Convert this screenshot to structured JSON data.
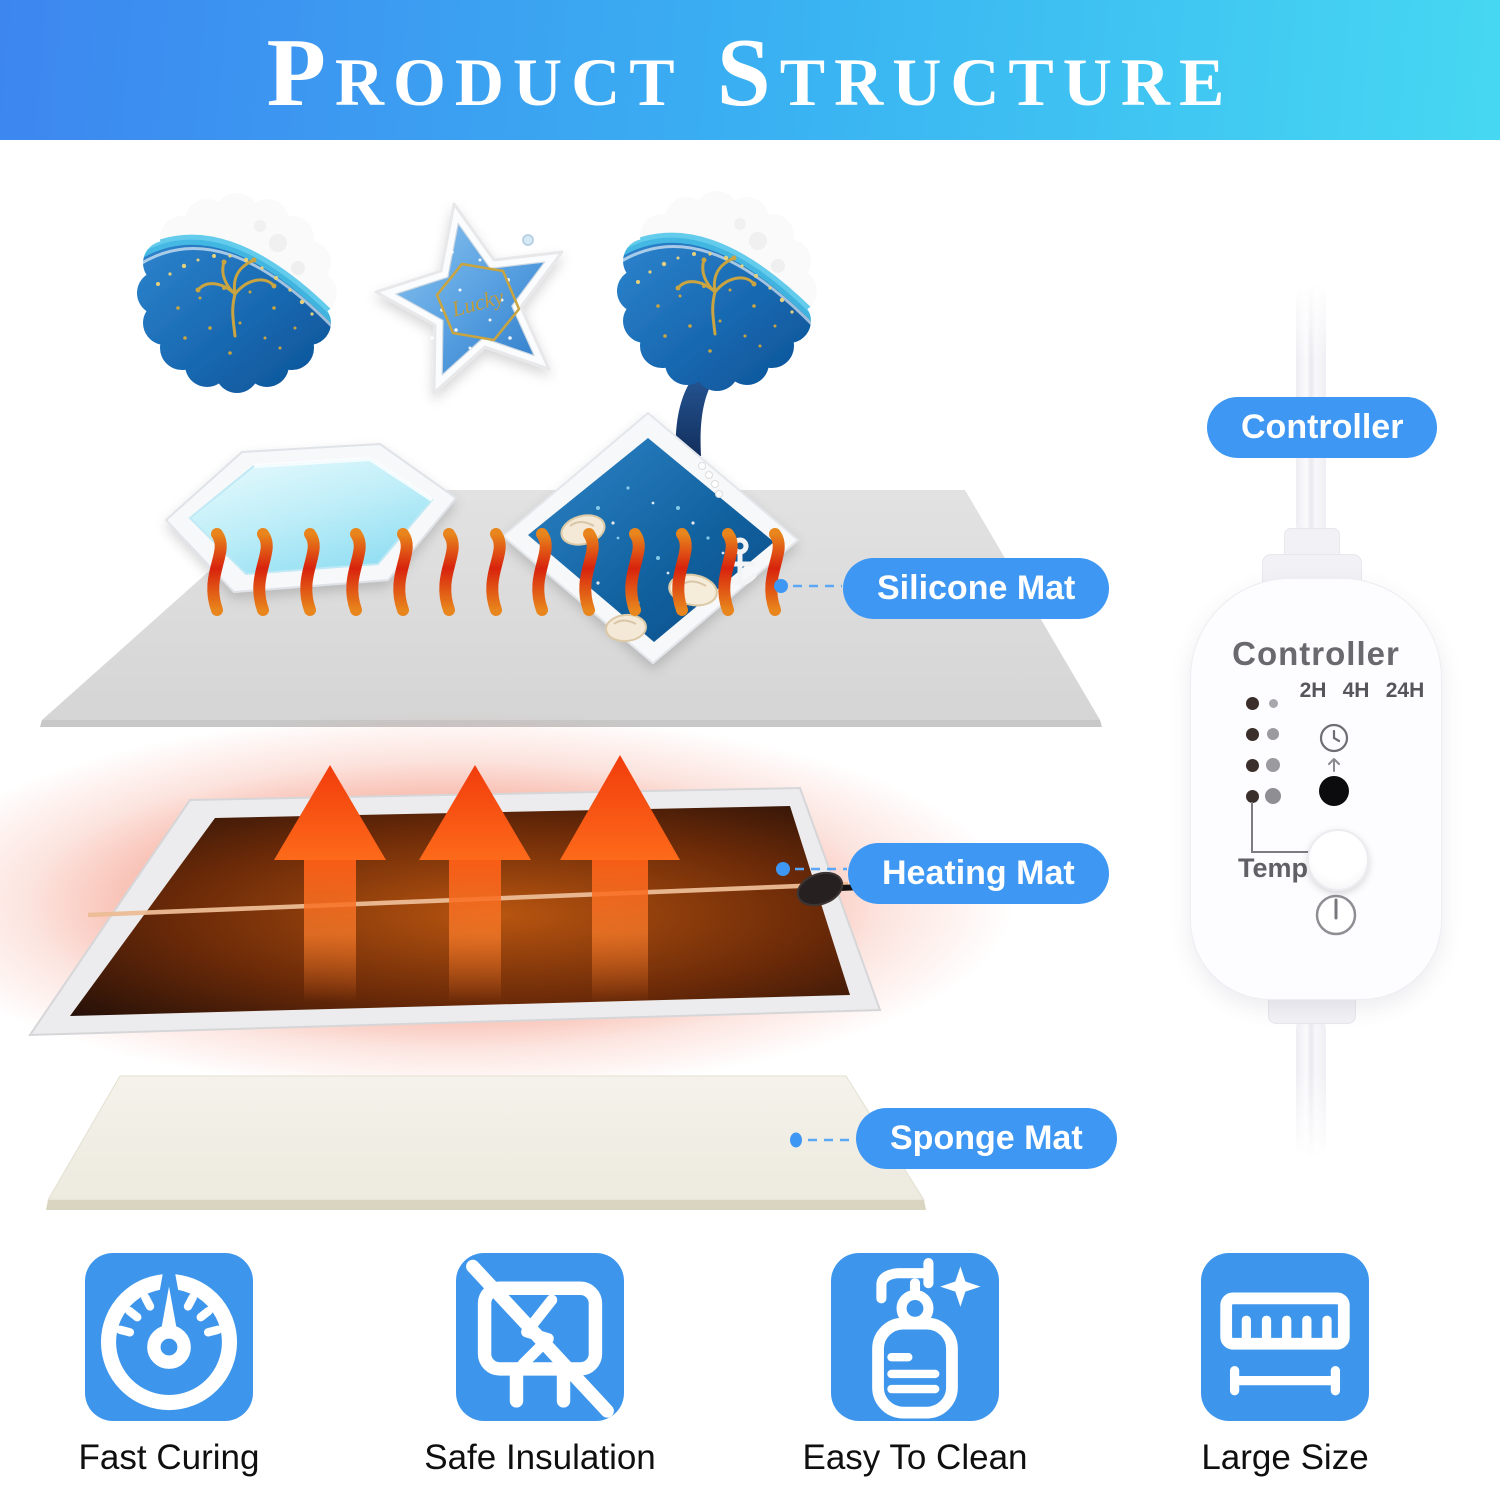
{
  "header": {
    "title": "Product Structure"
  },
  "callouts": {
    "silicone": "Silicone Mat",
    "heating": "Heating Mat",
    "sponge": "Sponge Mat",
    "controller": "Controller"
  },
  "controller_device": {
    "title": "Controller",
    "timer_options": [
      "2H",
      "4H",
      "24H"
    ],
    "temp_label": "Temp",
    "led_grid": {
      "rows": 4,
      "columns": 2
    },
    "icons": [
      "timer-clock-icon",
      "up-arrow-icon",
      "set-button",
      "temp-button",
      "power-button"
    ]
  },
  "features": [
    {
      "label": "Fast Curing",
      "icon": "gauge-icon"
    },
    {
      "label": "Safe Insulation",
      "icon": "no-shock-icon"
    },
    {
      "label": "Easy To Clean",
      "icon": "spray-bottle-icon"
    },
    {
      "label": "Large Size",
      "icon": "ruler-icon"
    }
  ],
  "artwork_text": {
    "star_script": "Lucky"
  },
  "colors": {
    "accent_blue": "#3e97f3",
    "icon_blue": "#3e96ec",
    "header_gradient_start": "#3d86f0",
    "header_gradient_end": "#46d8f2",
    "heat_red": "#d8230d",
    "heat_orange": "#e8851c",
    "arrow_orange": "#fb5a14"
  }
}
